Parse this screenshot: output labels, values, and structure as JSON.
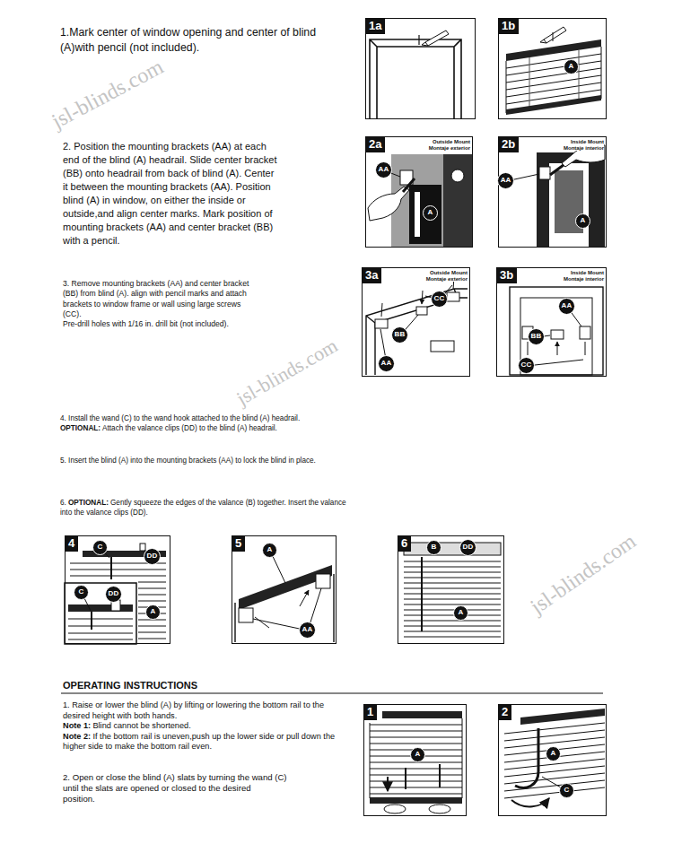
{
  "diagram": {
    "nodes": [
      {
        "text": [
          "1a"
        ]
      },
      {
        "text": [
          "1b"
        ]
      },
      {
        "text": [
          "A"
        ],
        "in": 1
      },
      {
        "text": [
          "2a",
          "Outside Mount Montaje exterior"
        ]
      },
      {
        "text": [
          "AA"
        ],
        "in": 3
      },
      {
        "text": [
          "A"
        ],
        "in": 3
      },
      {
        "text": [
          "2b",
          "Inside Mount Montaje interior"
        ]
      },
      {
        "text": [
          "AA"
        ],
        "in": 6
      },
      {
        "text": [
          "A"
        ],
        "in": 6
      },
      {
        "text": [
          "3a",
          "Outside Mount Montaje exterior"
        ]
      },
      {
        "text": [
          "CC"
        ],
        "in": 9
      },
      {
        "text": [
          "BB"
        ],
        "in": 9
      },
      {
        "text": [
          "AA"
        ],
        "in": 9
      },
      {
        "text": [
          "3b",
          "Inside Mount Montaje interior"
        ]
      },
      {
        "text": [
          "AA"
        ],
        "in": 13
      },
      {
        "text": [
          "BB"
        ],
        "in": 13
      },
      {
        "text": [
          "CC"
        ],
        "in": 13
      },
      {
        "text": [
          "4"
        ]
      },
      {
        "text": [
          "C"
        ],
        "in": 17
      },
      {
        "text": [
          "DD"
        ],
        "in": 17
      },
      {
        "text": [
          "C"
        ],
        "in": 17
      },
      {
        "text": [
          "DD"
        ],
        "in": 17
      },
      {
        "text": [
          "A"
        ],
        "in": 17
      },
      {
        "text": [
          "5"
        ]
      },
      {
        "text": [
          "A"
        ],
        "in": 23
      },
      {
        "text": [
          "AA"
        ],
        "in": 23
      },
      {
        "text": [
          "6"
        ]
      },
      {
        "text": [
          "B"
        ],
        "in": 26
      },
      {
        "text": [
          "DD"
        ],
        "in": 26
      },
      {
        "text": [
          "A"
        ],
        "in": 26
      },
      {
        "text": [
          "1"
        ]
      },
      {
        "text": [
          "A"
        ],
        "in": 30
      },
      {
        "text": [
          "2"
        ]
      },
      {
        "text": [
          "A"
        ],
        "in": 32
      },
      {
        "text": [
          "C"
        ],
        "in": 32
      }
    ],
    "labels": [
      "1.Mark center of window opening and center of blind (A)with pencil (not included).",
      "2. Position the mounting brackets (AA) at each end of the blind (A) headrail. Slide center bracket (BB) onto headrail from back of blind (A). Center it between the mounting brackets (AA). Position blind (A) in window, on either the inside or outside,and align center marks. Mark position of mounting brackets (AA) and center bracket (BB) with a pencil.",
      "3. Remove mounting brackets (AA) and center bracket (BB) from blind (A). align with pencil marks and attach brackets to window frame or wall using large screws (CC).",
      "Pre-drill holes with 1/16 in. drill bit (not included).",
      "4. Install the wand (C) to the wand hook attached to the blind (A) headrail.",
      "OPTIONAL:",
      "Attach the valance clips (DD) to the blind (A) headrail.",
      "5. Insert the blind (A) into the mounting brackets (AA) to lock the blind in place.",
      "6.",
      "OPTIONAL:",
      "Gently squeeze the edges of the valance (B) together. Insert the valance into the valance clips (DD).",
      "OPERATING INSTRUCTIONS",
      "1. Raise or lower the blind (A) by lifting or lowering the bottom rail to the desired height with both hands.",
      "Note 1:",
      "Blind cannot be shortened.",
      "Note 2:",
      "If the bottom rail is uneven,push up the lower side or pull down the higher side to make the bottom rail even.",
      "2. Open or close the blind (A) slats by turning the wand (C) until the slats are opened or closed to the desired position.",
      "jsl-blinds.com",
      "jsl-blinds.com",
      "jsl-blinds.com"
    ]
  }
}
